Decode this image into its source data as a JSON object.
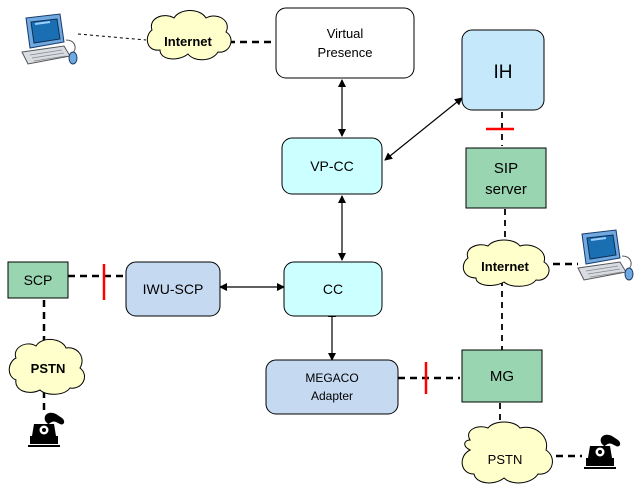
{
  "nodes": {
    "virtual_presence": [
      "Virtual",
      "Presence"
    ],
    "ih": "IH",
    "vp_cc": "VP-CC",
    "sip_server": [
      "SIP",
      "server"
    ],
    "cc": "CC",
    "scp": "SCP",
    "iwu_scp": "IWU-SCP",
    "megaco_adapter": [
      "MEGACO",
      "Adapter"
    ],
    "mg": "MG"
  },
  "clouds": {
    "internet_top": "Internet",
    "internet_right": "Internet",
    "pstn_left": "PSTN",
    "pstn_bottom": "PSTN"
  },
  "icons": [
    "computer-icon",
    "telephone-icon"
  ],
  "colors": {
    "cyan_box": "#ccffff",
    "ih_box": "#c6e8fb",
    "green_box": "#99d5b0",
    "blue_box": "#c5d9f1",
    "cloud": "#ffffcc",
    "interface_mark": "#ff0000"
  }
}
